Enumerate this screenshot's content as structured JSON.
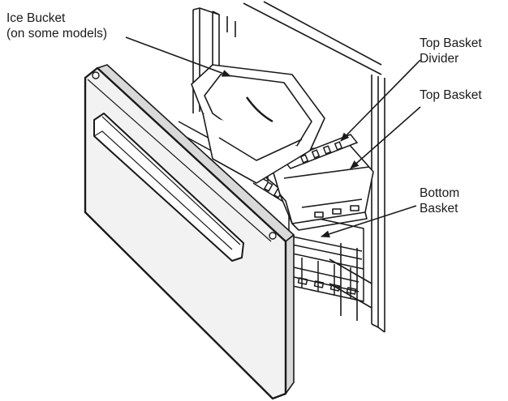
{
  "labels": {
    "ice_bucket": {
      "line1": "Ice Bucket",
      "line2": "(on some models)"
    },
    "top_basket_divider": {
      "line1": "Top Basket",
      "line2": "Divider"
    },
    "top_basket": {
      "line1": "Top Basket"
    },
    "bottom_basket": {
      "line1": "Bottom",
      "line2": "Basket"
    }
  },
  "colors": {
    "line": "#1a1a1a",
    "door_panel": "#f2f2f2",
    "shade": "#d9d9d9",
    "background": "#ffffff"
  }
}
